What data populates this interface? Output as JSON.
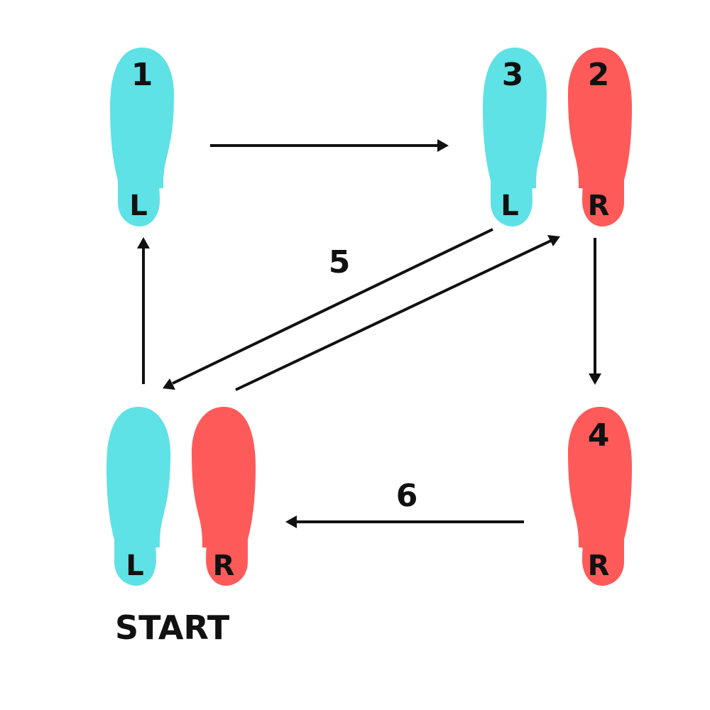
{
  "colors": {
    "left_foot": "#5EE2E6",
    "right_foot": "#FF5A5A",
    "ink": "#111111"
  },
  "feet": [
    {
      "name": "left-foot-step-1",
      "side": "L",
      "step": "1"
    },
    {
      "name": "left-foot-step-3",
      "side": "L",
      "step": "3"
    },
    {
      "name": "right-foot-step-2",
      "side": "R",
      "step": "2"
    },
    {
      "name": "right-foot-step-4",
      "side": "R",
      "step": "4"
    },
    {
      "name": "left-foot-start",
      "side": "L",
      "step": ""
    },
    {
      "name": "right-foot-start",
      "side": "R",
      "step": ""
    }
  ],
  "arrow_labels": {
    "five": "5",
    "six": "6"
  },
  "start_label": "START"
}
